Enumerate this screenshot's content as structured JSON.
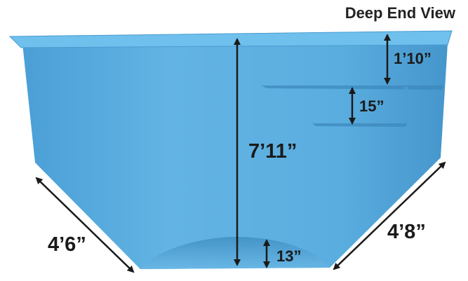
{
  "title": "Deep End View",
  "dimensions": {
    "depth": "7’11”",
    "top_step_height": "1’10”",
    "step_riser": "15”",
    "floor_rise": "13”",
    "left_slope": "4’6”",
    "right_slope": "4’8”"
  },
  "colors": {
    "pool": "#5fb0e0",
    "pool_dark": "#3f8fc2",
    "arrow": "#1a1a1a",
    "text": "#1a1a1a"
  }
}
